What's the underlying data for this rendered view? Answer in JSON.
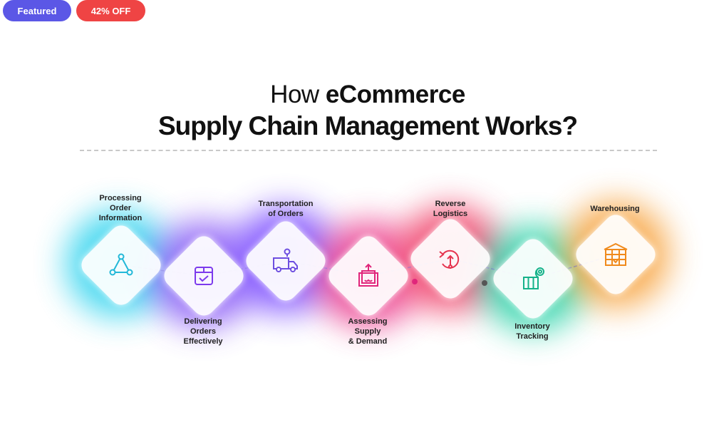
{
  "badges": {
    "featured": "Featured",
    "discount": "42% OFF"
  },
  "colors": {
    "featured_badge": "#5b57e6",
    "discount_badge": "#ef4444",
    "cyan": "#22b8d8",
    "purple": "#7c3aed",
    "violet": "#6d4ee0",
    "pink": "#e0257a",
    "red": "#e5334e",
    "teal": "#16b28a",
    "orange": "#f08a1c"
  },
  "header": {
    "title_light": "How ",
    "title_bold": "eCommerce",
    "subtitle": "Supply Chain Management Works?"
  },
  "steps": [
    {
      "label_lines": [
        "Processing",
        "Order",
        "Information"
      ],
      "icon": "network-triangle-icon",
      "color": "#22b8d8",
      "label_position": "top"
    },
    {
      "label_lines": [
        "Delivering",
        "Orders",
        "Effectively"
      ],
      "icon": "package-check-icon",
      "color": "#7c3aed",
      "label_position": "bottom"
    },
    {
      "label_lines": [
        "Transportation",
        "of Orders"
      ],
      "icon": "delivery-truck-icon",
      "color": "#6d4ee0",
      "label_position": "top"
    },
    {
      "label_lines": [
        "Assessing",
        "Supply",
        "& Demand"
      ],
      "icon": "box-upload-icon",
      "color": "#e0257a",
      "label_position": "bottom"
    },
    {
      "label_lines": [
        "Reverse",
        "Logistics"
      ],
      "icon": "return-arrow-icon",
      "color": "#e5334e",
      "label_position": "top"
    },
    {
      "label_lines": [
        "Inventory",
        "Tracking"
      ],
      "icon": "inventory-tracking-icon",
      "color": "#16b28a",
      "label_position": "bottom"
    },
    {
      "label_lines": [
        "Warehousing"
      ],
      "icon": "warehouse-icon",
      "color": "#f08a1c",
      "label_position": "top"
    }
  ]
}
